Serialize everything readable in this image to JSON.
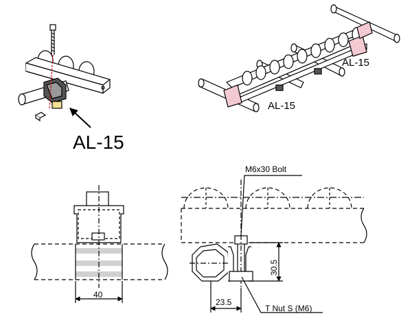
{
  "labels": {
    "iso_left": "AL-15",
    "iso_right_top": "AL-15",
    "iso_right_bottom": "AL-15",
    "bolt": "M6x30 Bolt",
    "nut": "T Nut S (M6)"
  },
  "dimensions": {
    "width": "40",
    "offset": "23.5",
    "height": "30.5"
  },
  "colors": {
    "line": "#000000",
    "bracket_fill": "#f3c9d2",
    "shading": "#d0d0d0"
  }
}
